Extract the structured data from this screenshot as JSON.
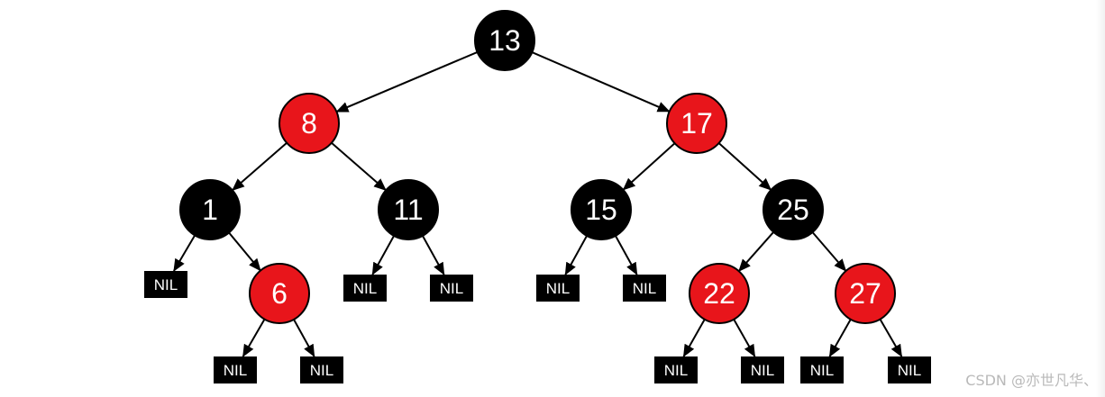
{
  "tree": {
    "colors": {
      "red": "#e8151b",
      "black": "#000000",
      "text": "#ffffff",
      "edge": "#000000"
    },
    "nodes": [
      {
        "id": "n13",
        "label": "13",
        "color": "black",
        "parent": null
      },
      {
        "id": "n8",
        "label": "8",
        "color": "red",
        "parent": "n13"
      },
      {
        "id": "n17",
        "label": "17",
        "color": "red",
        "parent": "n13"
      },
      {
        "id": "n1",
        "label": "1",
        "color": "black",
        "parent": "n8"
      },
      {
        "id": "n11",
        "label": "11",
        "color": "black",
        "parent": "n8"
      },
      {
        "id": "n15",
        "label": "15",
        "color": "black",
        "parent": "n17"
      },
      {
        "id": "n25",
        "label": "25",
        "color": "black",
        "parent": "n17"
      },
      {
        "id": "n6",
        "label": "6",
        "color": "red",
        "parent": "n1"
      },
      {
        "id": "n22",
        "label": "22",
        "color": "red",
        "parent": "n25"
      },
      {
        "id": "n27",
        "label": "27",
        "color": "red",
        "parent": "n25"
      }
    ],
    "nil_leaves": [
      {
        "id": "nil-1-left",
        "label": "NIL",
        "parent": "n1"
      },
      {
        "id": "nil-6-left",
        "label": "NIL",
        "parent": "n6"
      },
      {
        "id": "nil-6-right",
        "label": "NIL",
        "parent": "n6"
      },
      {
        "id": "nil-11-left",
        "label": "NIL",
        "parent": "n11"
      },
      {
        "id": "nil-11-right",
        "label": "NIL",
        "parent": "n11"
      },
      {
        "id": "nil-15-left",
        "label": "NIL",
        "parent": "n15"
      },
      {
        "id": "nil-15-right",
        "label": "NIL",
        "parent": "n15"
      },
      {
        "id": "nil-22-left",
        "label": "NIL",
        "parent": "n22"
      },
      {
        "id": "nil-22-right",
        "label": "NIL",
        "parent": "n22"
      },
      {
        "id": "nil-27-left",
        "label": "NIL",
        "parent": "n27"
      },
      {
        "id": "nil-27-right",
        "label": "NIL",
        "parent": "n27"
      }
    ]
  },
  "watermark": "CSDN @亦世凡华、"
}
